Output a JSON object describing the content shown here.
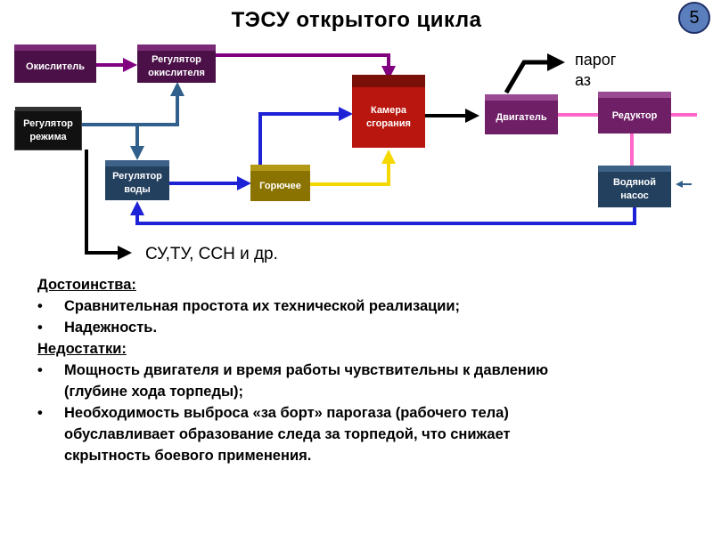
{
  "title": "ТЭСУ открытого цикла",
  "page_number": "5",
  "diagram": {
    "oxidizer": "Окислитель",
    "oxidizer_regulator": "Регулятор окислителя",
    "mode_regulator": "Регулятор режима",
    "water_regulator": "Регулятор воды",
    "fuel": "Горючее",
    "combustion_chamber": "Камера сгорания",
    "engine": "Двигатель",
    "reducer": "Редуктор",
    "water_pump": "Водяной насос",
    "exhaust_label": "парог аз",
    "systems_label": "СУ,ТУ, ССН и др.",
    "colors": {
      "oxidizer_line": "#800080",
      "control_line": "#2f5f8a",
      "water_line": "#1d22d6",
      "fuel_line": "#f5d800",
      "shaft_line": "#ff66cc",
      "exhaust_line": "#000000"
    }
  },
  "advantages": {
    "heading": "Достоинства:",
    "items": [
      "Сравнительная простота их технической реализации;",
      "Надежность."
    ]
  },
  "disadvantages": {
    "heading": "Недостатки:",
    "items": [
      "Мощность двигателя и время работы чувствительны к давлению (глубине хода торпеды);",
      "Необходимость выброса «за борт» парогаза (рабочего тела) обуславливает образование следа за торпедой, что снижает скрытность боевого применения."
    ]
  }
}
